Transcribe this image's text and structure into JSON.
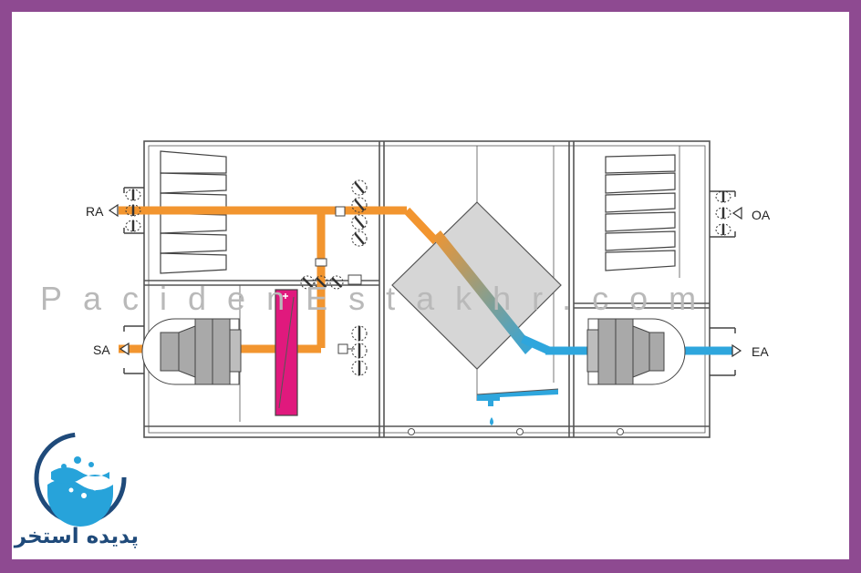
{
  "labels": {
    "return_air": "RA",
    "supply_air": "SA",
    "outdoor_air": "OA",
    "exhaust_air": "EA"
  },
  "watermark": "PacidenEstakhr.com",
  "logo": {
    "text": "پدیده استخر",
    "icon": "water-splash-logo"
  },
  "colors": {
    "frame": "#8e4a91",
    "warm_air": "#f2952f",
    "cool_air": "#2ea6dd",
    "heating_coil": "#e0197d",
    "heat_exchanger": "#d6d6d6",
    "fan": "#a9a9a9",
    "logo_water": "#27a3da",
    "logo_text": "#1f4a7a"
  }
}
